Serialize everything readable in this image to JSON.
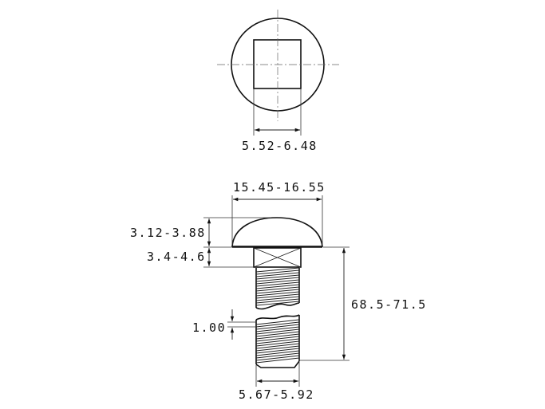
{
  "dimensions": {
    "square_width": "5.52-6.48",
    "head_diameter": "15.45-16.55",
    "head_height": "3.12-3.88",
    "neck_height": "3.4-4.6",
    "length": "68.5-71.5",
    "thread_pitch": "1.00",
    "thread_diameter": "5.67-5.92"
  }
}
